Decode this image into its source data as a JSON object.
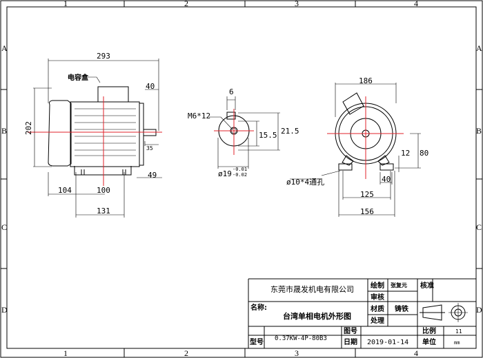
{
  "frame": {
    "cols": [
      "1",
      "2",
      "3",
      "4"
    ],
    "rows": [
      "A",
      "B",
      "C",
      "D"
    ]
  },
  "side_view": {
    "overall_length": "293",
    "capacitor_box": "电容盒",
    "height": "202",
    "shaft_length": "40",
    "key_length": "35",
    "foot_dist": "49",
    "front_dist": "104",
    "foot_spacing": "100",
    "base_width": "131"
  },
  "shaft_view": {
    "key_width": "6",
    "thread": "M6*12",
    "key_depth": "15.5",
    "height": "21.5",
    "diameter": "ø19",
    "tol_upper": "-0.01",
    "tol_lower": "-0.02"
  },
  "end_view": {
    "width": "186",
    "holes": "ø10*4通孔",
    "center_height": "80",
    "foot_thickness": "12",
    "foot_width": "40",
    "hole_spacing": "125",
    "base_width": "156"
  },
  "title_block": {
    "company": "东莞市晟发机电有限公司",
    "drawn_label": "绘制",
    "drawn_by": "张复元",
    "review_label": "审核",
    "approve_label": "核准",
    "name_label": "名称:",
    "drawing_name": "台湾单相电机外形图",
    "material_label": "材质",
    "material": "铸铁",
    "treatment_label": "处理",
    "model_label": "型号",
    "model": "0.37KW-4P-80B3",
    "drawing_no_label": "图号",
    "date_label": "日期",
    "date": "2019-01-14",
    "scale_label": "比例",
    "scale": "11",
    "unit_label": "单位",
    "unit": "mm"
  }
}
